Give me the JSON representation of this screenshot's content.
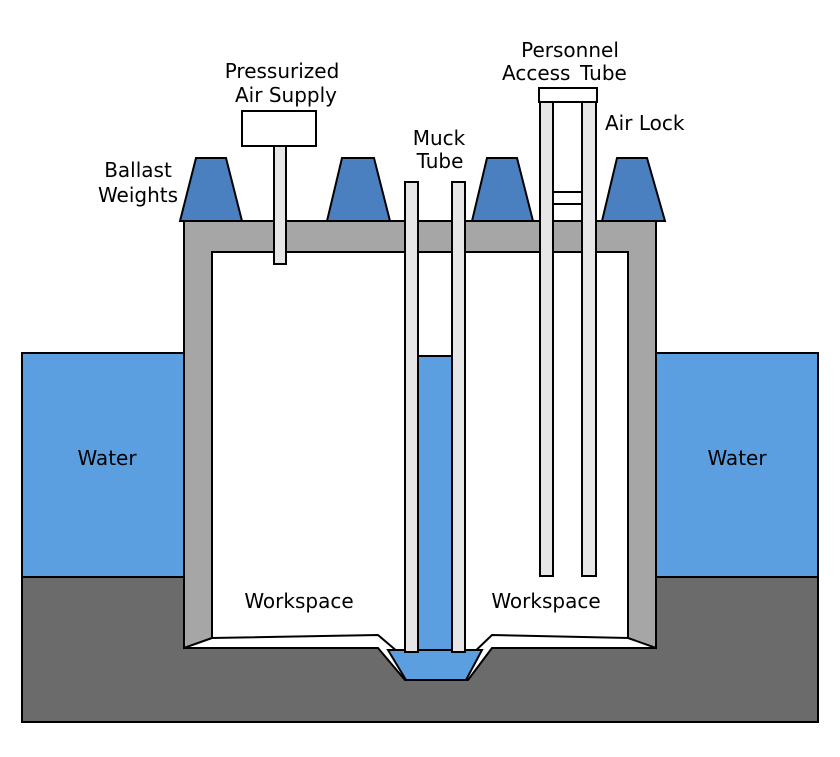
{
  "diagram": {
    "labels": {
      "pressurized_line1": "Pressurized",
      "pressurized_line2": "Air Supply",
      "personnel_line1": "Personnel",
      "personnel_line2": "Access",
      "personnel_line2b": "Tube",
      "muck_line1": "Muck",
      "muck_line2": "Tube",
      "air_lock": "Air Lock",
      "ballast_line1": "Ballast",
      "ballast_line2": "Weights",
      "water_left": "Water",
      "water_right": "Water",
      "workspace_left": "Workspace",
      "workspace_right": "Workspace"
    },
    "colors": {
      "water": "#5b9fe0",
      "ground": "#6b6b6b",
      "caisson_wall": "#a6a6a6",
      "tube": "#e6e6e6",
      "ballast": "#4a7fc0",
      "outline": "#000000"
    }
  }
}
